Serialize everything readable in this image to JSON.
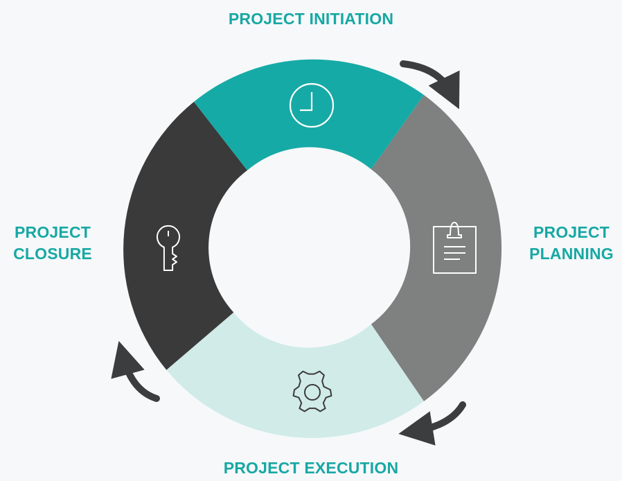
{
  "phases": {
    "initiation": {
      "title": "PROJECT INITIATION",
      "color": "#16aaa6",
      "icon": "clock-icon"
    },
    "planning": {
      "line1": "PROJECT",
      "line2": "PLANNING",
      "color": "#7f8080",
      "icon": "clipboard-icon"
    },
    "execution": {
      "title": "PROJECT EXECUTION",
      "color": "#d0ebe8",
      "icon": "gear-icon"
    },
    "closure": {
      "line1": "PROJECT",
      "line2": "CLOSURE",
      "color": "#3a3a3a",
      "icon": "key-icon"
    }
  },
  "label_color": "#17a8a4",
  "arrow_color": "#3b3d3f",
  "background": "#f6f8fa"
}
